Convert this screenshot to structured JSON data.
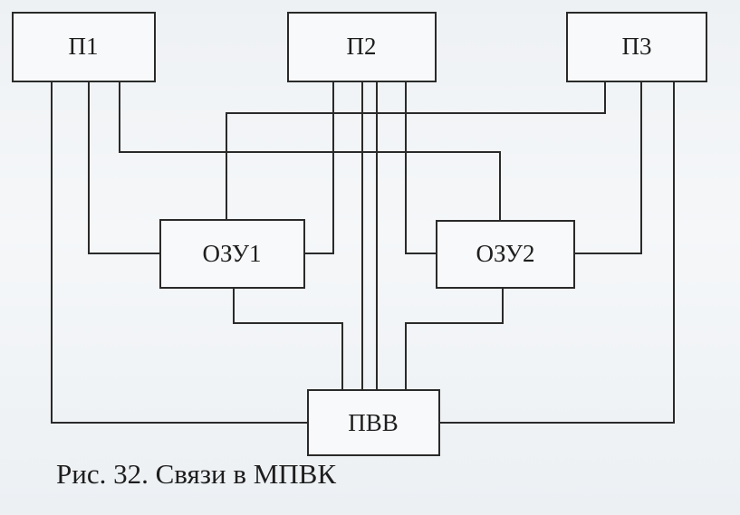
{
  "blocks": {
    "p1": "П1",
    "p2": "П2",
    "p3": "П3",
    "ozu1": "ОЗУ1",
    "ozu2": "ОЗУ2",
    "pvv": "ПВВ"
  },
  "caption": "Рис. 32. Связи в МПВК",
  "colors": {
    "ink": "#2a2a2a",
    "paper": "#f4f6f8"
  }
}
